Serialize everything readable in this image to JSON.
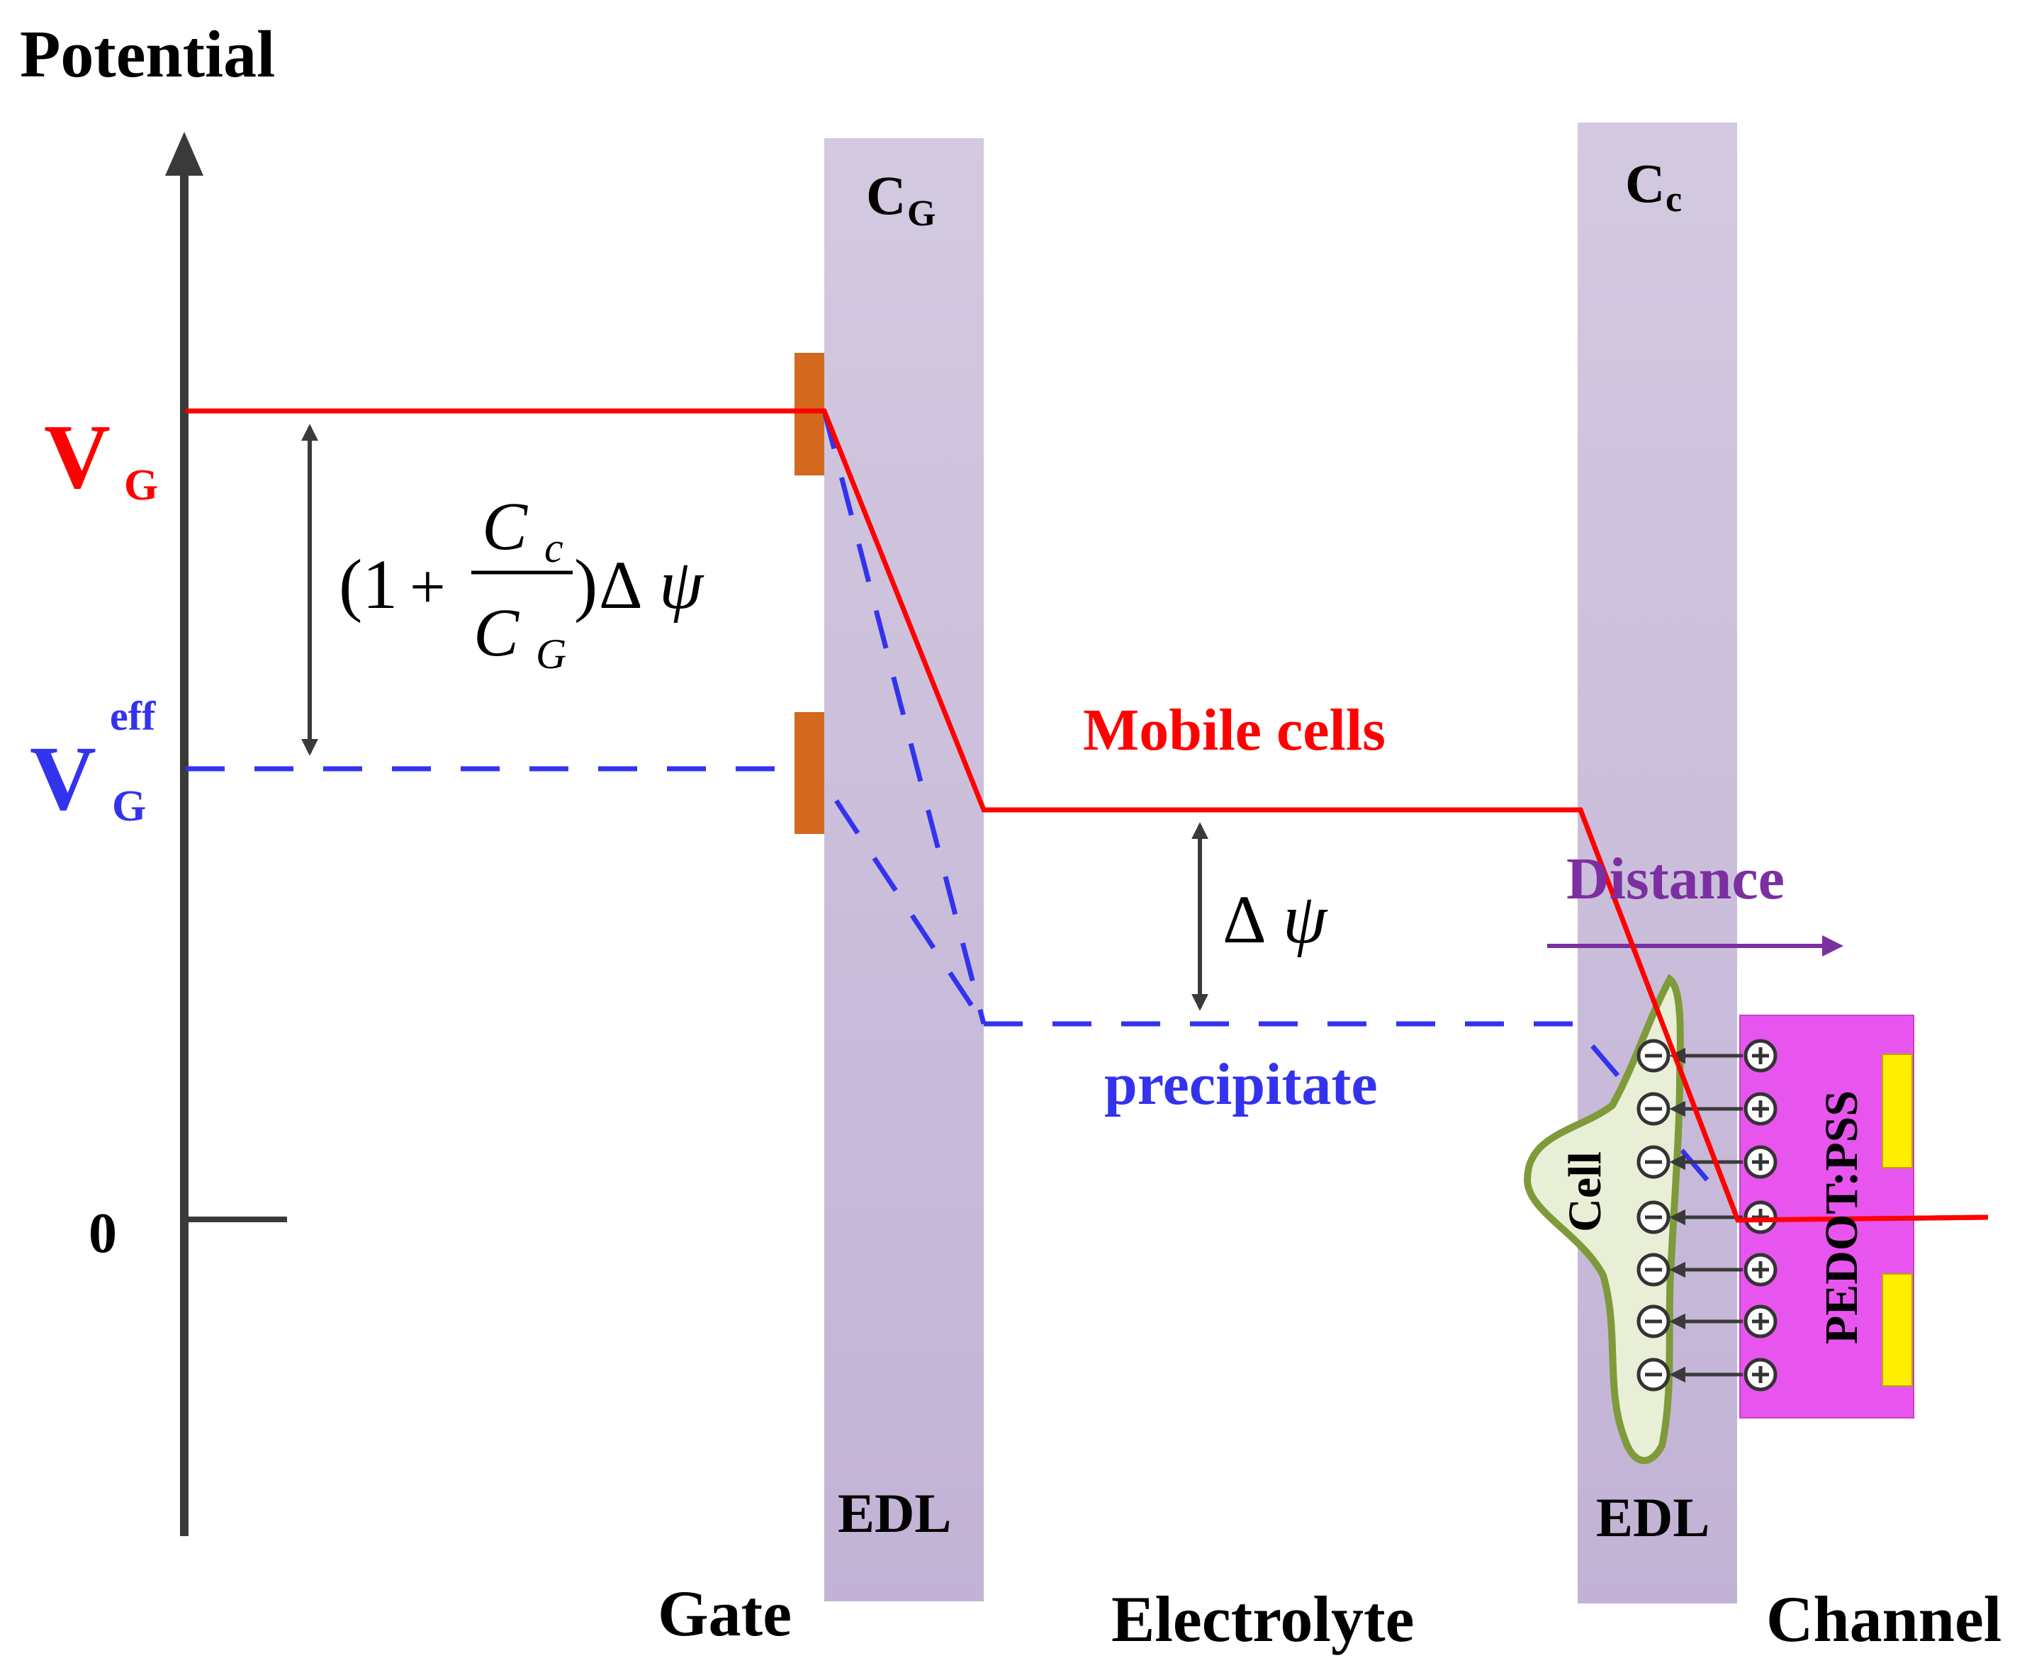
{
  "axis": {
    "y_title": "Potential",
    "zero_label": "0"
  },
  "levels": {
    "vg_main": "V",
    "vg_sub": "G",
    "vgeff_main": "V",
    "vgeff_sub": "G",
    "vgeff_sup": "eff"
  },
  "formula": {
    "open": "(1",
    "plus": "+",
    "num_main": "C",
    "num_sub": "c",
    "den_main": "C",
    "den_sub": "G",
    "close": ")",
    "delta": "Δ",
    "psi": "ψ"
  },
  "delta_psi": {
    "delta": "Δ",
    "psi": "ψ"
  },
  "edl_gate": {
    "cap_main": "C",
    "cap_sub": "G",
    "label": "EDL"
  },
  "edl_channel": {
    "cap_main": "C",
    "cap_sub": "c",
    "label": "EDL"
  },
  "curve_labels": {
    "mobile": "Mobile cells",
    "precipitate": "precipitate",
    "distance": "Distance"
  },
  "regions": {
    "gate": "Gate",
    "electrolyte": "Electrolyte",
    "channel": "Channel"
  },
  "cell_label": "Cell",
  "pedot_label": "PEDOT:PSS",
  "colors": {
    "mobile_curve": "#ff0000",
    "precipitate_curve": "#3333ee",
    "distance_arrow": "#7b2fa0",
    "edl_band": "#c8bcd9",
    "gate_electrode": "#d2691e",
    "pedot": "#e855ee",
    "pedot_contact": "#ffee00",
    "cell_fill": "#e9efd6",
    "cell_outline": "#7f9a3a",
    "axis": "#3a3a3a"
  },
  "icons": [
    "minus-circle-icon",
    "plus-circle-icon",
    "arrow-left-icon"
  ]
}
